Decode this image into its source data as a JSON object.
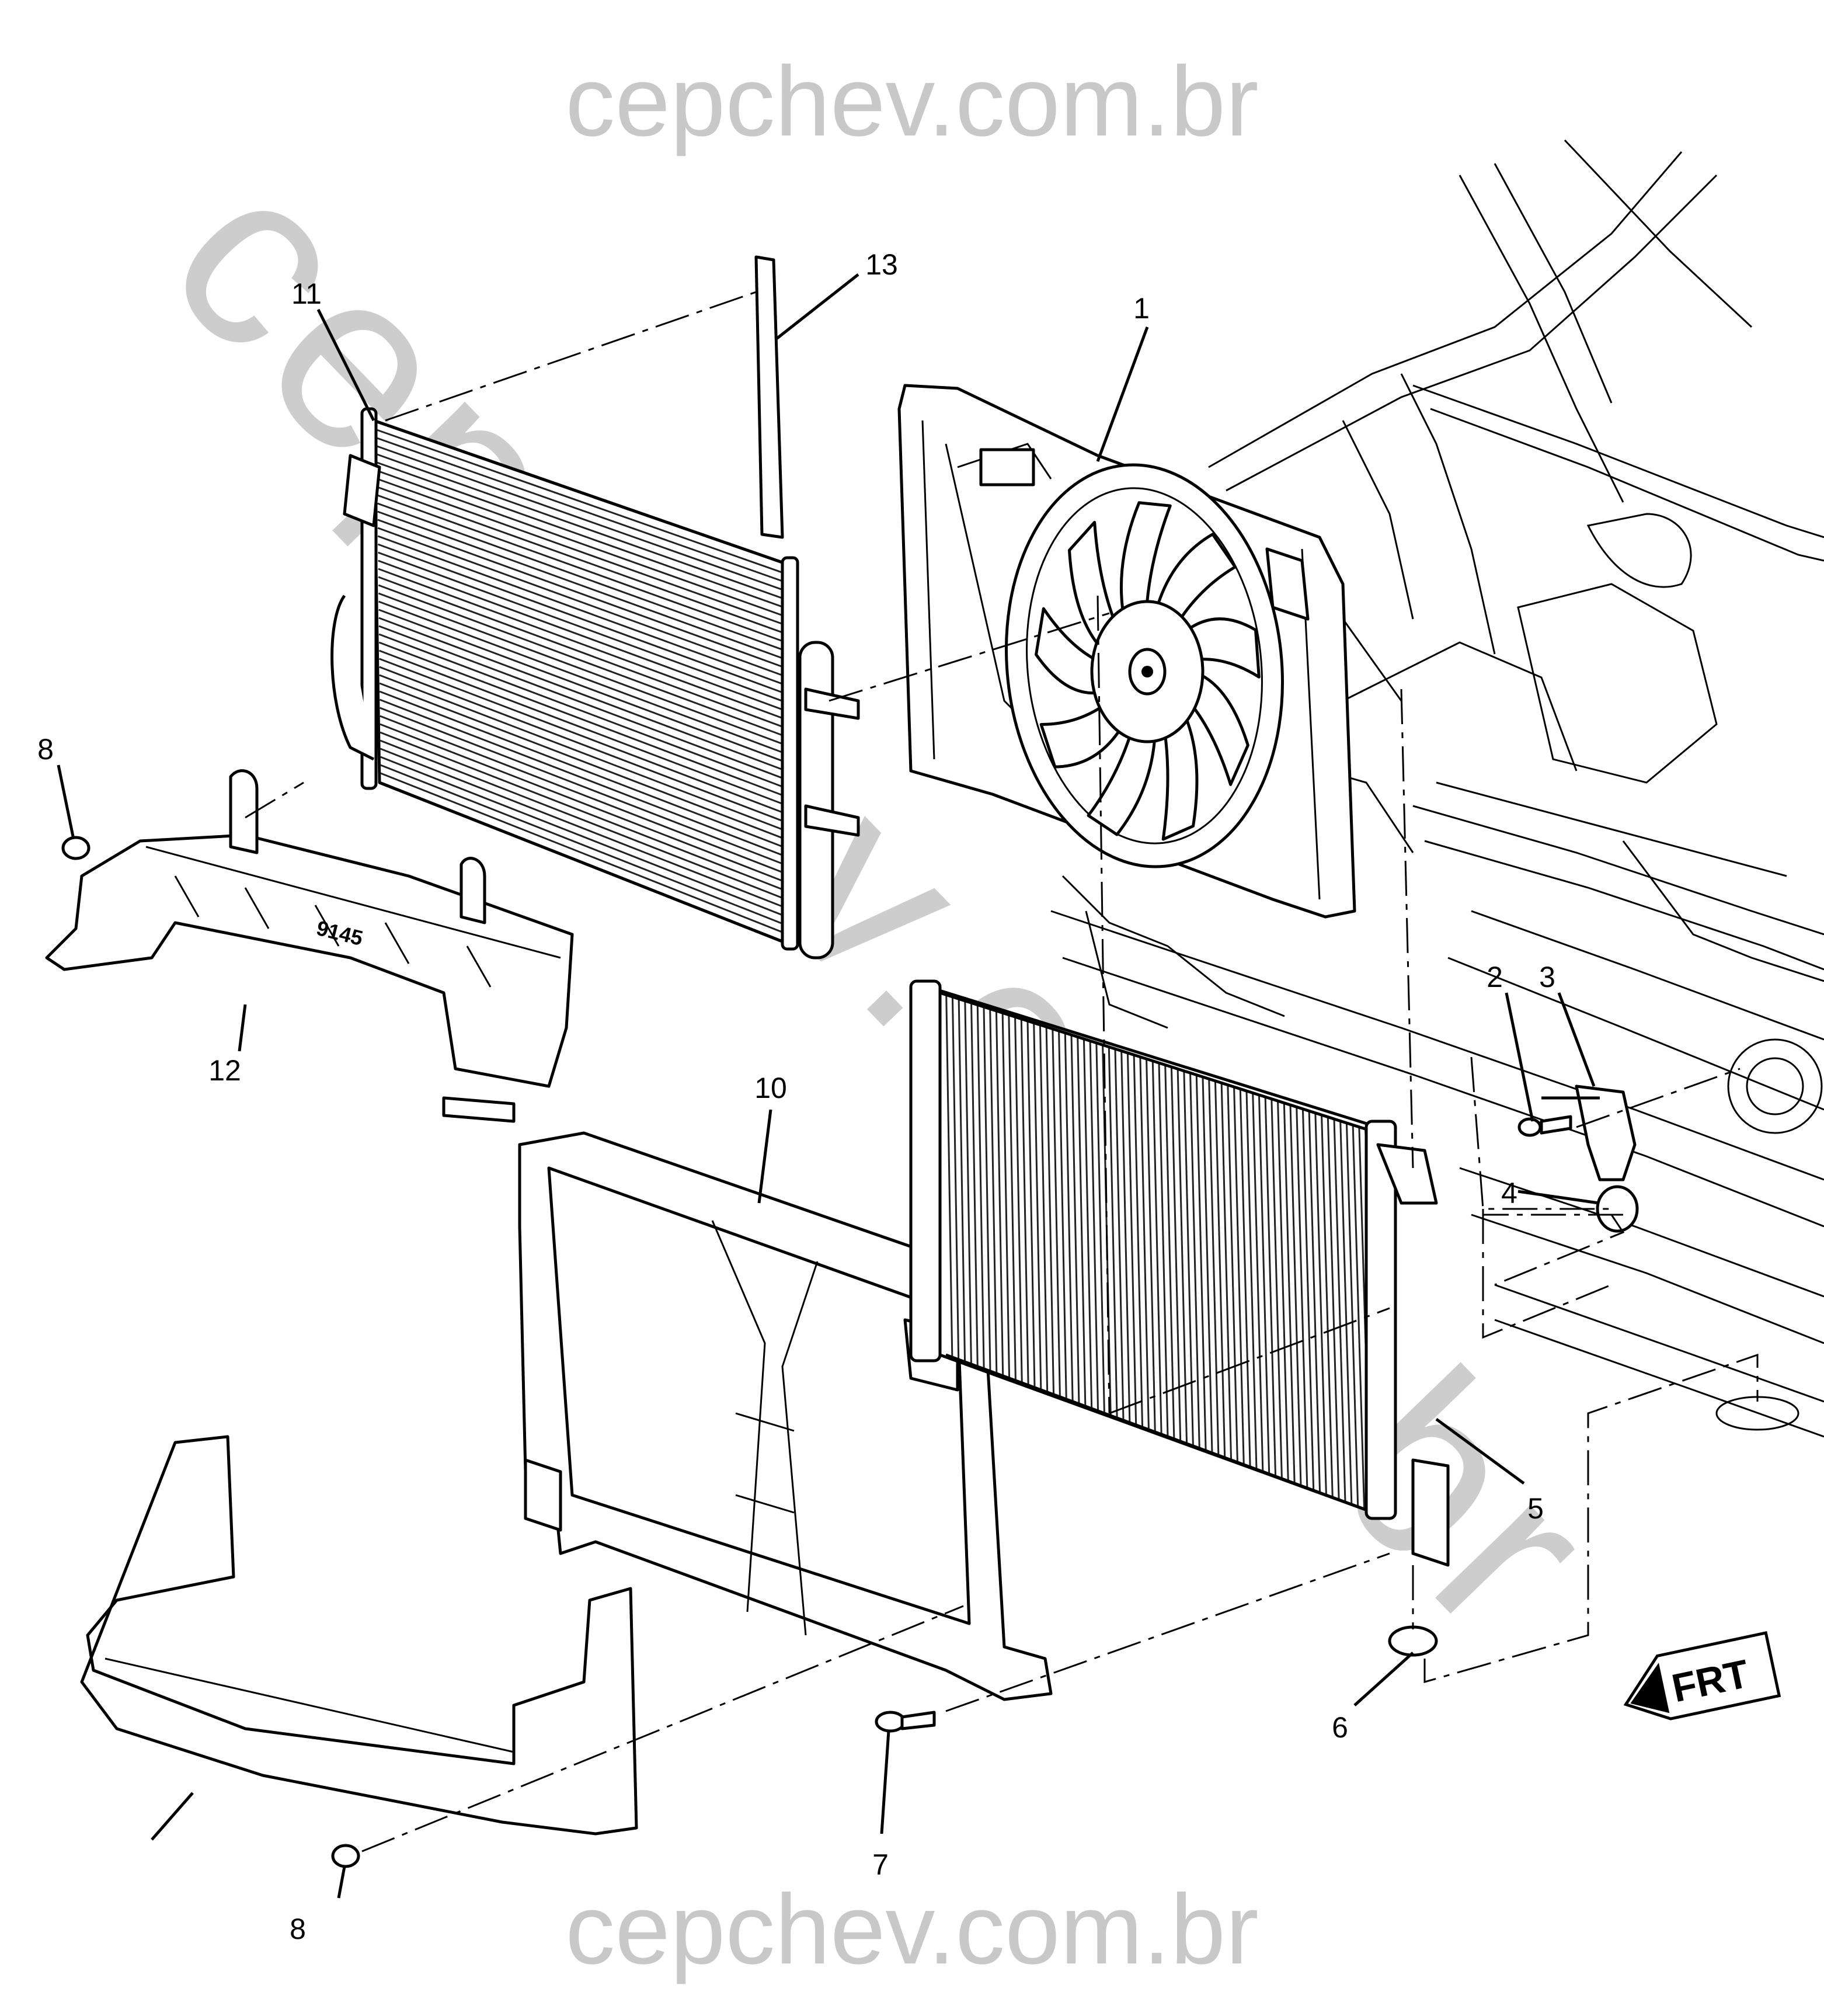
{
  "watermark": {
    "top": "cepchev.com.br",
    "bottom": "cepchev.com.br",
    "diagonal": "cepchev.com.br",
    "color": "#c8c8c8"
  },
  "callouts": [
    {
      "id": "c1",
      "label": "1"
    },
    {
      "id": "c2",
      "label": "2"
    },
    {
      "id": "c3",
      "label": "3"
    },
    {
      "id": "c4",
      "label": "4"
    },
    {
      "id": "c5",
      "label": "5"
    },
    {
      "id": "c6",
      "label": "6"
    },
    {
      "id": "c7",
      "label": "7"
    },
    {
      "id": "c8a",
      "label": "8"
    },
    {
      "id": "c8b",
      "label": "8"
    },
    {
      "id": "c10",
      "label": "10"
    },
    {
      "id": "c11",
      "label": "11"
    },
    {
      "id": "c12",
      "label": "12"
    },
    {
      "id": "c13",
      "label": "13"
    }
  ],
  "part_marking": "9145",
  "direction_badge": "FRT"
}
